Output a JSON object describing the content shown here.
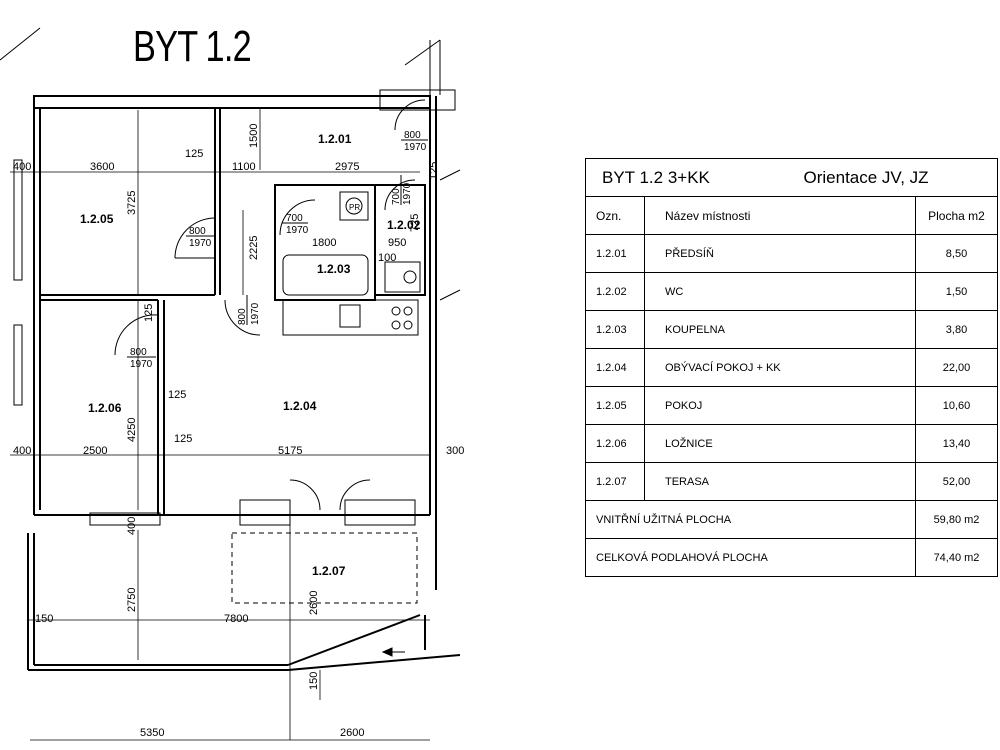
{
  "apartment_title": "BYT 1.2",
  "legend": {
    "header_left": "BYT 1.2  3+KK",
    "header_right": "Orientace JV, JZ",
    "columns": {
      "id": "Ozn.",
      "name": "Název místnosti",
      "area": "Plocha m2"
    },
    "rows": [
      {
        "id": "1.2.01",
        "name": "PŘEDSÍŇ",
        "area": "8,50"
      },
      {
        "id": "1.2.02",
        "name": "WC",
        "area": "1,50"
      },
      {
        "id": "1.2.03",
        "name": "KOUPELNA",
        "area": "3,80"
      },
      {
        "id": "1.2.04",
        "name": "OBÝVACÍ POKOJ + KK",
        "area": "22,00"
      },
      {
        "id": "1.2.05",
        "name": "POKOJ",
        "area": "10,60"
      },
      {
        "id": "1.2.06",
        "name": "LOŽNICE",
        "area": "13,40"
      },
      {
        "id": "1.2.07",
        "name": "TERASA",
        "area": "52,00"
      }
    ],
    "totals": [
      {
        "label": "VNITŘNÍ UŽITNÁ PLOCHA",
        "value": "59,80 m2"
      },
      {
        "label": "CELKOVÁ PODLAHOVÁ PLOCHA",
        "value": "74,40 m2"
      }
    ]
  },
  "room_labels": {
    "r01": "1.2.01",
    "r02": "1.2.02",
    "r03": "1.2.03",
    "r04": "1.2.04",
    "r05": "1.2.05",
    "r06": "1.2.06",
    "r07": "1.2.07"
  },
  "fixture_labels": {
    "pr": "PR"
  },
  "dimensions": {
    "d400a": "400",
    "d3600": "3600",
    "d125a": "125",
    "d1100": "1100",
    "d2975": "2975",
    "d3725": "3725",
    "d1500": "1500",
    "d2225": "2225",
    "d1800": "1800",
    "d950": "950",
    "d100": "100",
    "d125b": "125",
    "d125c": "125",
    "d125d": "125",
    "d4250": "4250",
    "d400b": "400",
    "d2500": "2500",
    "d5175": "5175",
    "d300": "300",
    "d400c": "400",
    "d2750": "2750",
    "d2600a": "2600",
    "d150a": "150",
    "d7800": "7800",
    "d150b": "150",
    "d5350": "5350",
    "d2600b": "2600",
    "d725": "725",
    "d125e": "125"
  },
  "doors": {
    "door1": {
      "w": "800",
      "h": "1970"
    },
    "door2": {
      "w": "800",
      "h": "1970"
    },
    "door3": {
      "w": "700",
      "h": "1970"
    },
    "door4": {
      "w": "700",
      "h": "1970"
    },
    "door5": {
      "w": "800",
      "h": "1970"
    },
    "door6": {
      "w": "800",
      "h": "1970"
    }
  }
}
